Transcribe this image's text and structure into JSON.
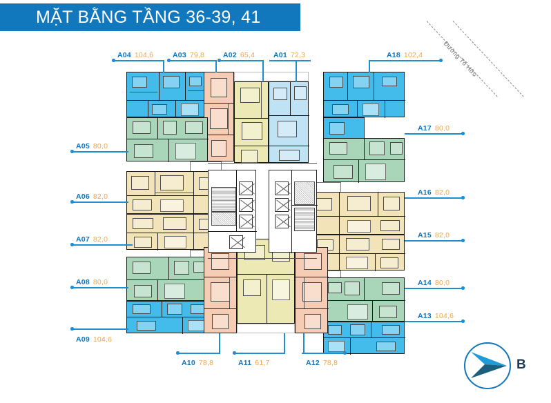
{
  "title": {
    "text": "MẶT BẰNG TẦNG 36-39, 41",
    "bar_color": "#1278BE"
  },
  "street": {
    "name": "Đường Tố Hữu"
  },
  "compass": {
    "label": "B",
    "name": "compass-rose"
  },
  "legend_colors": {
    "blue": "#43BCEB",
    "light_blue": "#BFE2F5",
    "green": "#A9D6B9",
    "cream": "#F2E3B9",
    "peach": "#F6CDB4",
    "yellow": "#EDE9B4",
    "code_color": "#0E74BC",
    "area_color": "#F0A64B"
  },
  "units": {
    "top": [
      {
        "code": "A04",
        "area": "104,6"
      },
      {
        "code": "A03",
        "area": "79,8"
      },
      {
        "code": "A02",
        "area": "65,4"
      },
      {
        "code": "A01",
        "area": "72,3"
      },
      {
        "code": "A18",
        "area": "102,4"
      }
    ],
    "left": [
      {
        "code": "A05",
        "area": "80,0"
      },
      {
        "code": "A06",
        "area": "82,0"
      },
      {
        "code": "A07",
        "area": "82,0"
      },
      {
        "code": "A08",
        "area": "80,0"
      },
      {
        "code": "A09",
        "area": "104,6"
      }
    ],
    "bottom": [
      {
        "code": "A10",
        "area": "78,8"
      },
      {
        "code": "A11",
        "area": "61,7"
      },
      {
        "code": "A12",
        "area": "78,8"
      }
    ],
    "right": [
      {
        "code": "A17",
        "area": "80,0"
      },
      {
        "code": "A16",
        "area": "82,0"
      },
      {
        "code": "A15",
        "area": "82,0"
      },
      {
        "code": "A14",
        "area": "80,0"
      },
      {
        "code": "A13",
        "area": "104,6"
      }
    ]
  }
}
